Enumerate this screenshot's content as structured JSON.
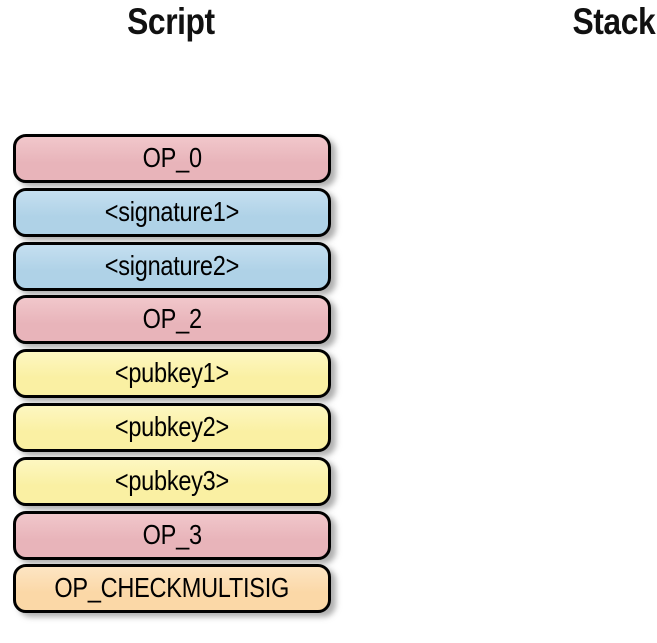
{
  "headers": {
    "script": "Script",
    "stack": "Stack"
  },
  "script_column": {
    "boxes": [
      {
        "label": "OP_0",
        "type": "opcode"
      },
      {
        "label": "<signature1>",
        "type": "signature"
      },
      {
        "label": "<signature2>",
        "type": "signature"
      },
      {
        "label": "OP_2",
        "type": "opcode"
      },
      {
        "label": "<pubkey1>",
        "type": "pubkey"
      },
      {
        "label": "<pubkey2>",
        "type": "pubkey"
      },
      {
        "label": "<pubkey3>",
        "type": "pubkey"
      },
      {
        "label": "OP_3",
        "type": "opcode"
      },
      {
        "label": "OP_CHECKMULTISIG",
        "type": "opcode_multisig"
      }
    ]
  },
  "stack_column": {
    "items": []
  },
  "palette": {
    "border": "#000000",
    "header_text": "#111111",
    "label_text": "#000000",
    "opcode": {
      "base": "#e8b4ba",
      "light": "#f1c7cb"
    },
    "signature": {
      "base": "#afd2e7",
      "light": "#c5dff0"
    },
    "pubkey": {
      "base": "#faf0a3",
      "light": "#fdf7c1"
    },
    "opcode_multisig": {
      "base": "#fbd8a7",
      "light": "#fde5c3"
    }
  }
}
